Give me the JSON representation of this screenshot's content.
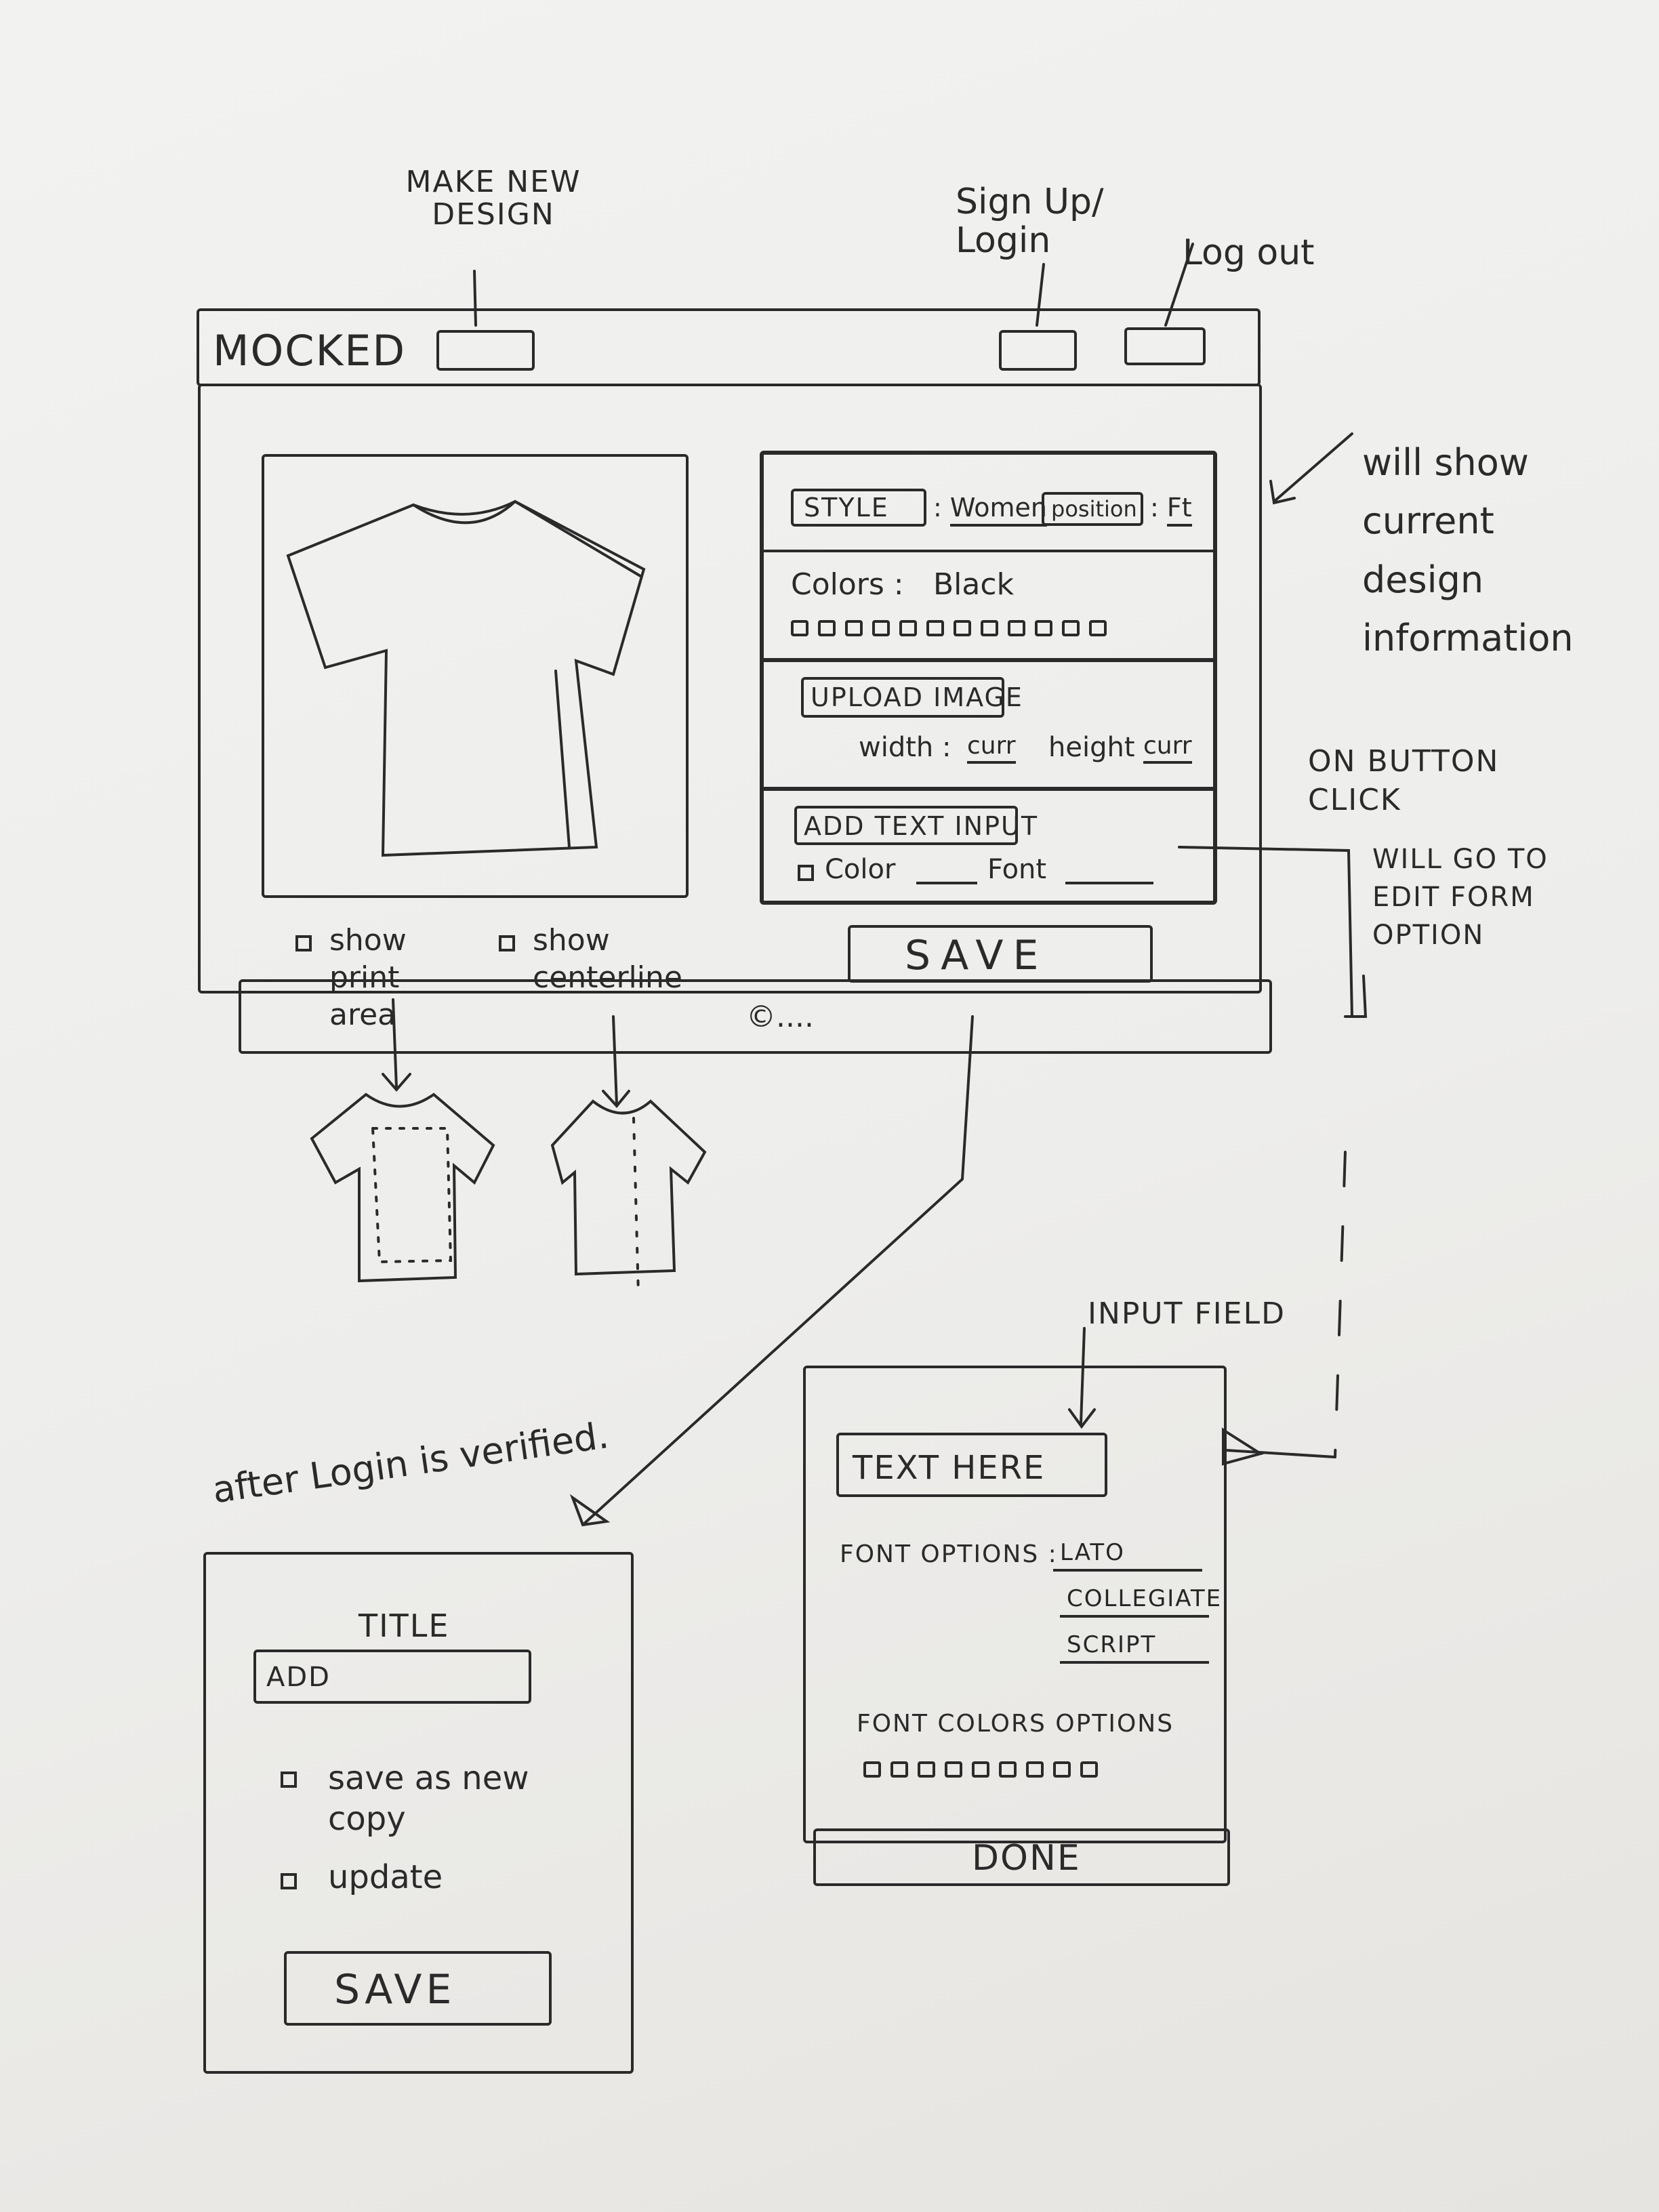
{
  "annotations": {
    "make_new_design": "MAKE NEW DESIGN",
    "signup_login": "Sign Up/ Login",
    "log_out": "Log out",
    "will_show": "will show current design information",
    "on_button_click": "ON BUTTON CLICK",
    "will_go_to": "WILL GO TO EDIT FORM OPTION",
    "input_field": "INPUT FIELD",
    "after_login": "after Login is verified."
  },
  "app": {
    "brand": "MOCKED",
    "show_print_area": "show print area",
    "show_centerline": "show centerline",
    "save_label": "SAVE",
    "footer": "©...."
  },
  "design_panel": {
    "style_label": "STYLE",
    "style_value": "Women",
    "position_label": "position",
    "position_value": "Ft",
    "colors_label": "Colors :",
    "colors_value": "Black",
    "swatch_count": 12,
    "upload_label": "UPLOAD IMAGE",
    "width_label": "width :",
    "width_value": "curr",
    "height_label": "height",
    "height_value": "curr",
    "add_text_label": "ADD TEXT INPUT",
    "color_label": "Color",
    "font_label": "Font"
  },
  "save_dialog": {
    "title": "TITLE",
    "add_placeholder": "ADD",
    "save_new_copy": "save as new copy",
    "update": "update",
    "save_label": "SAVE"
  },
  "text_dialog": {
    "input_placeholder": "TEXT HERE",
    "font_options_label": "FONT OPTIONS :",
    "fonts": [
      "LATO",
      "COLLEGIATE",
      "SCRIPT"
    ],
    "font_colors_label": "FONT COLORS OPTIONS",
    "color_swatch_count": 9,
    "done_label": "DONE"
  }
}
